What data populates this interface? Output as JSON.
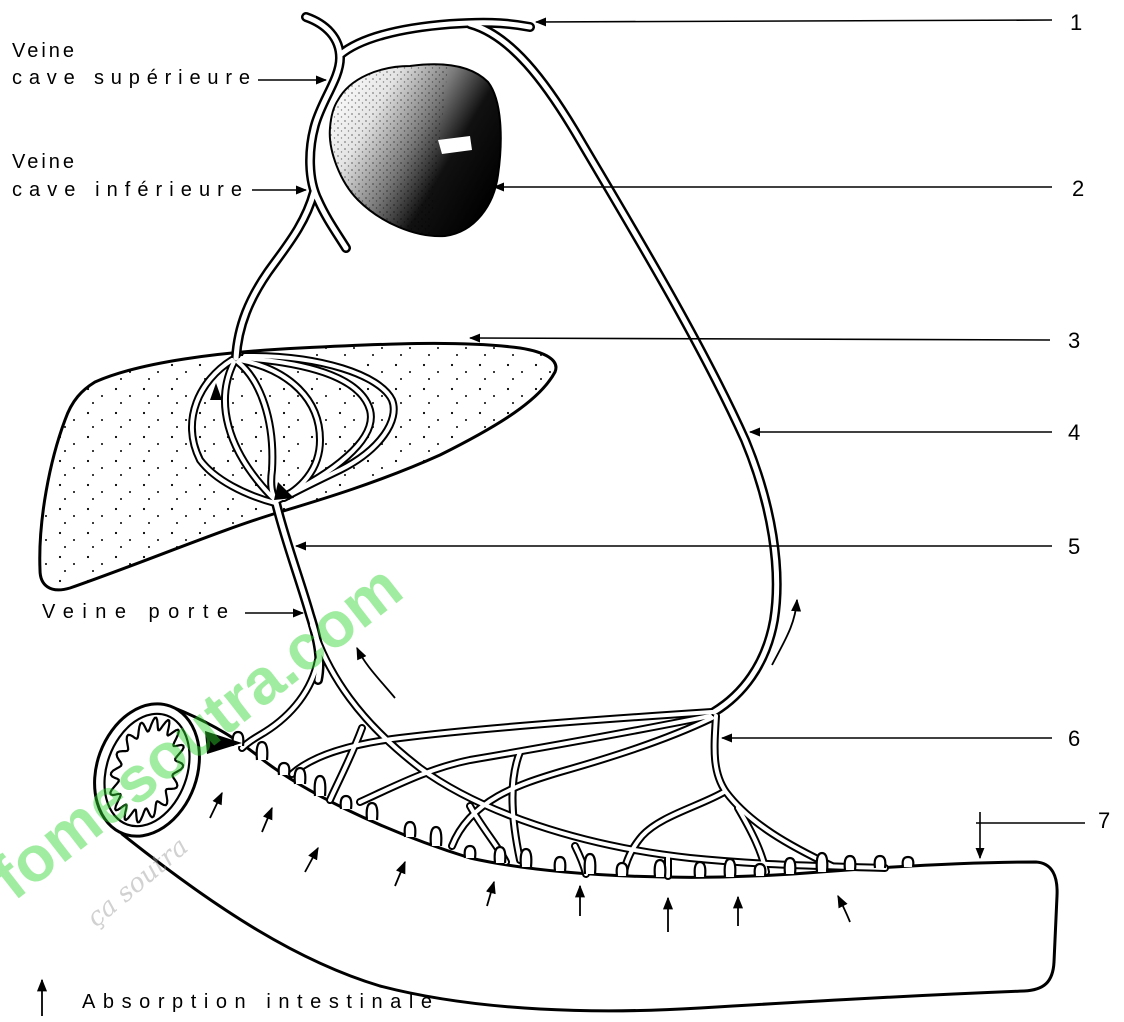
{
  "diagram": {
    "labels_left": {
      "vcs_line1": "Veine",
      "vcs_line2": "cave supérieure",
      "vci_line1": "Veine",
      "vci_line2": "cave inférieure",
      "veine_porte": "Veine porte"
    },
    "numbered_labels": [
      "1",
      "2",
      "3",
      "4",
      "5",
      "6",
      "7"
    ],
    "legend": "Absorption intestinale"
  },
  "watermark": {
    "site": "fomesoutra.com",
    "slogan": "ça soutra"
  },
  "colors": {
    "ink": "#000000",
    "paper": "#ffffff",
    "watermark": "#2fd62f",
    "watermark_slogan": "#9a9a9a"
  }
}
